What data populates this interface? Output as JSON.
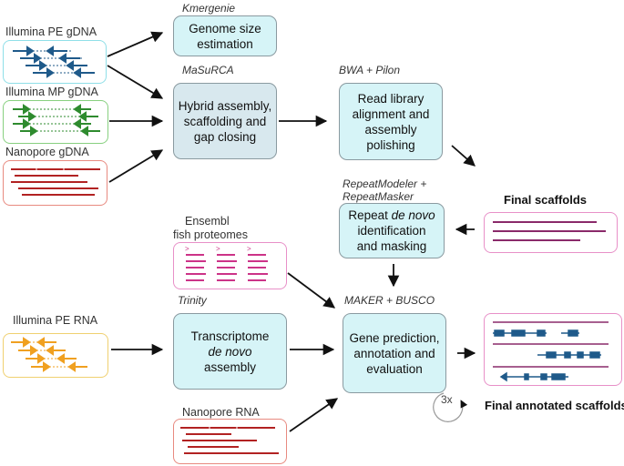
{
  "inputs": {
    "illumina_pe_gdna": "Illumina PE gDNA",
    "illumina_mp_gdna": "Illumina MP gDNA",
    "nanopore_gdna": "Nanopore gDNA",
    "ensembl_line1": "Ensembl",
    "ensembl_line2": "fish proteomes",
    "illumina_pe_rna": "Illumina PE RNA",
    "nanopore_rna": "Nanopore RNA"
  },
  "tools": {
    "kmergenie": "Kmergenie",
    "masurca": "MaSuRCA",
    "bwa_pilon": "BWA + Pilon",
    "repeat_line1": "RepeatModeler +",
    "repeat_line2": "RepeatMasker",
    "trinity": "Trinity",
    "maker_busco": "MAKER + BUSCO"
  },
  "steps": {
    "genome_size": [
      "Genome size",
      "estimation"
    ],
    "hybrid": [
      "Hybrid assembly,",
      "scaffolding and",
      "gap closing"
    ],
    "read_library": [
      "Read library",
      "alignment and",
      "assembly",
      "polishing"
    ],
    "repeat_pre": "Repeat ",
    "repeat_italic": "de novo",
    "repeat_rest": [
      "identification",
      "and masking"
    ],
    "transcriptome_1": "Transcriptome",
    "transcriptome_italic": "de novo",
    "transcriptome_3": "assembly",
    "gene_prediction": [
      "Gene prediction,",
      "annotation and",
      "evaluation"
    ]
  },
  "outputs": {
    "final_scaffolds": "Final scaffolds",
    "final_annotated": "Final annotated scaffolds"
  },
  "iteration_label": "3x",
  "colors": {
    "pe_gdna": "#1f5a8a",
    "mp_gdna": "#2e8b2e",
    "nanopore": "#b22222",
    "proteome": "#cc3388",
    "pe_rna": "#f0a020",
    "step_fill": "#d6f4f7"
  }
}
